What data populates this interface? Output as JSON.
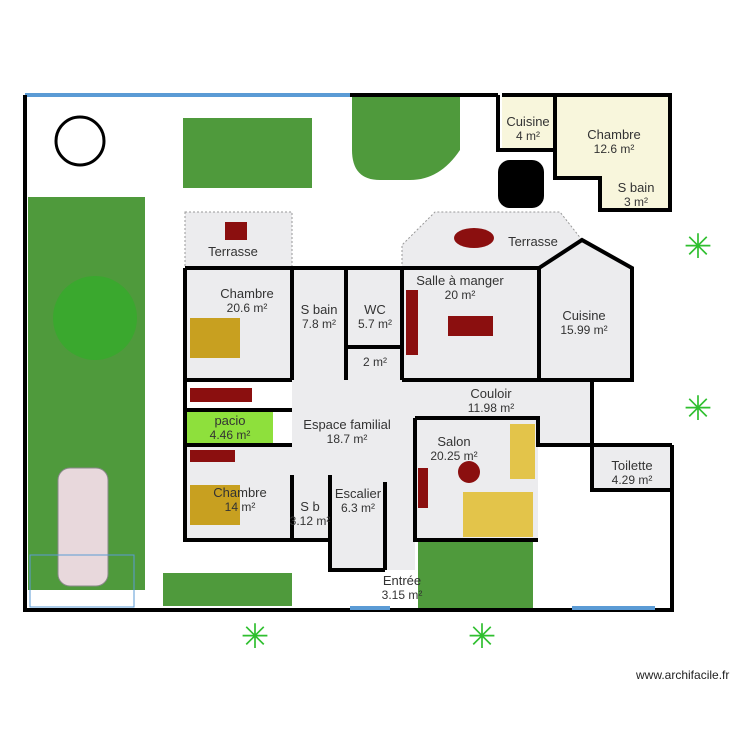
{
  "rooms": {
    "chambre1": {
      "name": "Chambre",
      "area": "20.6 m²"
    },
    "sbain1": {
      "name": "S bain",
      "area": "7.8 m²"
    },
    "wc": {
      "name": "WC",
      "area": "5.7 m²"
    },
    "small": {
      "area": "2 m²"
    },
    "salle": {
      "name": "Salle à manger",
      "area": "20 m²"
    },
    "cuisine1": {
      "name": "Cuisine",
      "area": "15.99 m²"
    },
    "couloir": {
      "name": "Couloir",
      "area": "11.98 m²"
    },
    "espace": {
      "name": "Espace familial",
      "area": "18.7 m²"
    },
    "pacio": {
      "name": "pacio",
      "area": "4.46 m²"
    },
    "chambre2": {
      "name": "Chambre",
      "area": "14 m²"
    },
    "sb": {
      "name": "S b",
      "area": "3.12 m²"
    },
    "escalier": {
      "name": "Escalier",
      "area": "6.3 m²"
    },
    "entree": {
      "name": "Entrée",
      "area": "3.15 m²"
    },
    "salon": {
      "name": "Salon",
      "area": "20.25 m²"
    },
    "toilette": {
      "name": "Toilette",
      "area": "4.29 m²"
    },
    "cuisine2": {
      "name": "Cuisine",
      "area": "4 m²"
    },
    "chambre3": {
      "name": "Chambre",
      "area": "12.6 m²"
    },
    "sbain2": {
      "name": "S bain",
      "area": "3 m²"
    },
    "terrasse1": {
      "name": "Terrasse"
    },
    "terrasse2": {
      "name": "Terrasse"
    }
  },
  "colors": {
    "wall": "#000000",
    "window": "#5b9bd5",
    "lawn": "#4f9a3c",
    "pacio": "#8ee03c",
    "furniture": "#8b0f0f",
    "sofa": "#e3c44a",
    "annex": "#f8f6dc"
  },
  "watermark": "www.archifacile.fr"
}
